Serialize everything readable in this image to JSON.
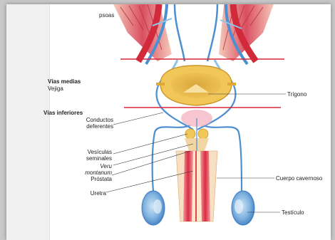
{
  "labels": {
    "psoas": "psoas",
    "vias_medias": "Vías medias",
    "vejiga": "Vejiga",
    "vias_inferiores": "Vías inferiores",
    "conductos": "Conductos",
    "deferentes": "deferentes",
    "vesiculas": "Vesículas",
    "seminales": "seminales",
    "veru": "Veru",
    "montanum": "montanum",
    "prostata": "Próstata",
    "uretra": "Uretra",
    "trigono": "Trígono",
    "cuerpo_cavernoso": "Cuerpo cavernoso",
    "testiculo": "Testículo"
  },
  "colors": {
    "muscle": "#d8455a",
    "muscle_light": "#f0b4a0",
    "vessel_red": "#d12a3a",
    "vessel_blue": "#4d8fd0",
    "bladder": "#e8b84a",
    "bladder_dark": "#c9962a",
    "ureter": "#8fc4e8",
    "section_line": "#d8263a",
    "testis": "#6ea6d8",
    "urethra": "#e04455"
  }
}
